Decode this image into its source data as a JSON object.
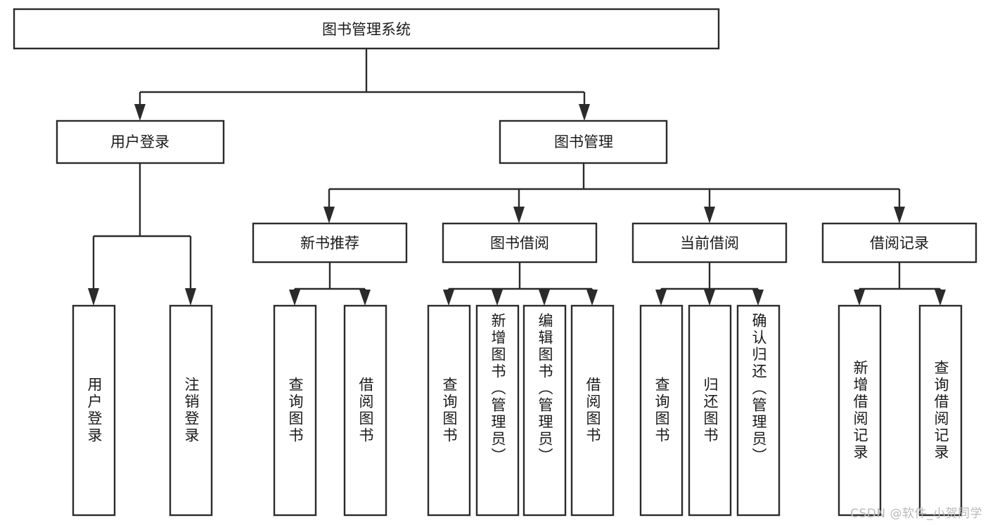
{
  "diagram": {
    "title": "图书管理系统",
    "watermark": "CSDN @软件_小贺同学",
    "style": {
      "box_fill": "#ffffff",
      "box_stroke": "#2b2b2b",
      "text_color": "#1a1a1a",
      "background": "#ffffff",
      "watermark_color": "#b9b9b9"
    },
    "root": {
      "label": "图书管理系统"
    },
    "level1": [
      {
        "label": "用户登录"
      },
      {
        "label": "图书管理"
      }
    ],
    "level2": [
      {
        "label": "新书推荐"
      },
      {
        "label": "图书借阅"
      },
      {
        "label": "当前借阅"
      },
      {
        "label": "借阅记录"
      }
    ],
    "leaves": [
      {
        "label": "用户登录",
        "parent": "用户登录"
      },
      {
        "label": "注销登录",
        "parent": "用户登录"
      },
      {
        "label": "查询图书",
        "parent": "新书推荐"
      },
      {
        "label": "借阅图书",
        "parent": "新书推荐"
      },
      {
        "label": "查询图书",
        "parent": "图书借阅"
      },
      {
        "label": "新增图书（管理员）",
        "parent": "图书借阅"
      },
      {
        "label": "编辑图书（管理员）",
        "parent": "图书借阅"
      },
      {
        "label": "借阅图书",
        "parent": "图书借阅"
      },
      {
        "label": "查询图书",
        "parent": "当前借阅"
      },
      {
        "label": "归还图书",
        "parent": "当前借阅"
      },
      {
        "label": "确认归还（管理员）",
        "parent": "当前借阅"
      },
      {
        "label": "新增借阅记录",
        "parent": "借阅记录"
      },
      {
        "label": "查询借阅记录",
        "parent": "借阅记录"
      }
    ]
  }
}
